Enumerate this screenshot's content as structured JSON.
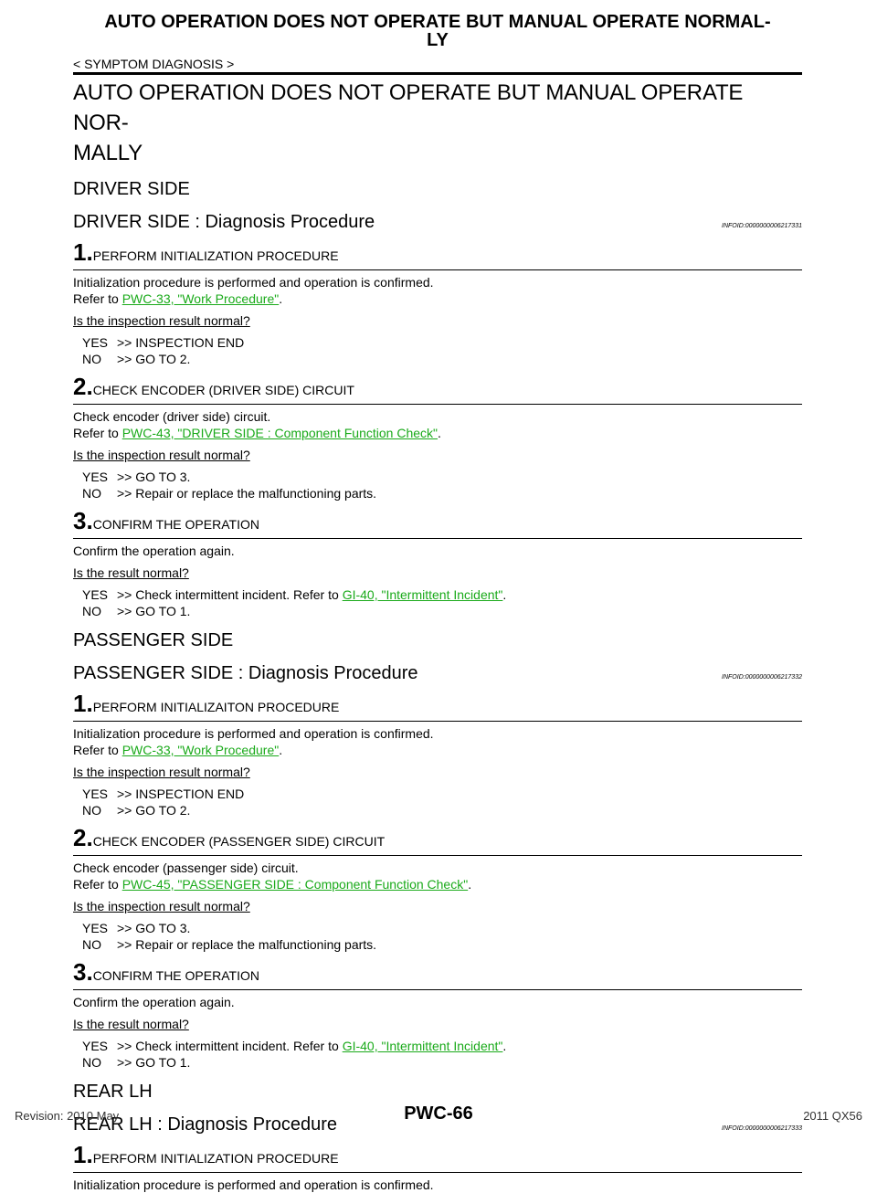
{
  "header": {
    "title_line1": "AUTO OPERATION DOES NOT OPERATE BUT MANUAL OPERATE NORMAL-",
    "title_line2": "LY",
    "breadcrumb": "< SYMPTOM DIAGNOSIS >"
  },
  "main_title_line1": "AUTO OPERATION DOES NOT OPERATE BUT MANUAL OPERATE NOR-",
  "main_title_line2": "MALLY",
  "driver": {
    "section": "DRIVER SIDE",
    "proc_title": "DRIVER SIDE : Diagnosis Procedure",
    "infoid": "INFOID:0000000006217331",
    "steps": [
      {
        "num": "1.",
        "title": "PERFORM INITIALIZATION PROCEDURE",
        "body1": "Initialization procedure is performed and operation is confirmed.",
        "refer": "Refer to ",
        "link": "PWC-33, \"Work Procedure\"",
        "period": ".",
        "question": "Is the inspection result normal?",
        "yes_k": "YES",
        "yes_v": ">> INSPECTION END",
        "no_k": "NO",
        "no_v": ">> GO TO 2."
      },
      {
        "num": "2.",
        "title": "CHECK ENCODER (DRIVER SIDE) CIRCUIT",
        "body1": "Check encoder (driver side) circuit.",
        "refer": "Refer to ",
        "link": "PWC-43, \"DRIVER SIDE : Component Function Check\"",
        "period": ".",
        "question": "Is the inspection result normal?",
        "yes_k": "YES",
        "yes_v": ">> GO TO 3.",
        "no_k": "NO",
        "no_v": ">> Repair or replace the malfunctioning parts."
      },
      {
        "num": "3.",
        "title": "CONFIRM THE OPERATION",
        "body1": "Confirm the operation again.",
        "question": "Is the result normal?",
        "yes_k": "YES",
        "yes_v_pre": ">> Check intermittent incident. Refer to ",
        "yes_link": "GI-40, \"Intermittent Incident\"",
        "yes_post": ".",
        "no_k": "NO",
        "no_v": ">> GO TO 1."
      }
    ]
  },
  "passenger": {
    "section": "PASSENGER SIDE",
    "proc_title": "PASSENGER SIDE : Diagnosis Procedure",
    "infoid": "INFOID:0000000006217332",
    "steps": [
      {
        "num": "1.",
        "title": "PERFORM INITIALIZAITON PROCEDURE",
        "body1": "Initialization procedure is performed and operation is confirmed.",
        "refer": "Refer to ",
        "link": "PWC-33, \"Work Procedure\"",
        "period": ".",
        "question": "Is the inspection result normal?",
        "yes_k": "YES",
        "yes_v": ">> INSPECTION END",
        "no_k": "NO",
        "no_v": ">> GO TO 2."
      },
      {
        "num": "2.",
        "title": "CHECK ENCODER (PASSENGER SIDE) CIRCUIT",
        "body1": "Check encoder (passenger side) circuit.",
        "refer": "Refer to ",
        "link": "PWC-45, \"PASSENGER SIDE : Component Function Check\"",
        "period": ".",
        "question": "Is the inspection result normal?",
        "yes_k": "YES",
        "yes_v": ">> GO TO 3.",
        "no_k": "NO",
        "no_v": ">> Repair or replace the malfunctioning parts."
      },
      {
        "num": "3.",
        "title": "CONFIRM THE OPERATION",
        "body1": "Confirm the operation again.",
        "question": "Is the result normal?",
        "yes_k": "YES",
        "yes_v_pre": ">> Check intermittent incident. Refer to ",
        "yes_link": "GI-40, \"Intermittent Incident\"",
        "yes_post": ".",
        "no_k": "NO",
        "no_v": ">> GO TO 1."
      }
    ]
  },
  "rear": {
    "section": "REAR LH",
    "proc_title": "REAR LH : Diagnosis Procedure",
    "infoid": "INFOID:0000000006217333",
    "step1_num": "1.",
    "step1_title": "PERFORM INITIALIZATION PROCEDURE",
    "step1_body": "Initialization procedure is performed and operation is confirmed."
  },
  "footer": {
    "revision": "Revision: 2010 May",
    "page": "PWC-66",
    "model": "2011 QX56"
  },
  "colors": {
    "link": "#1aaa1a",
    "text": "#000000"
  }
}
